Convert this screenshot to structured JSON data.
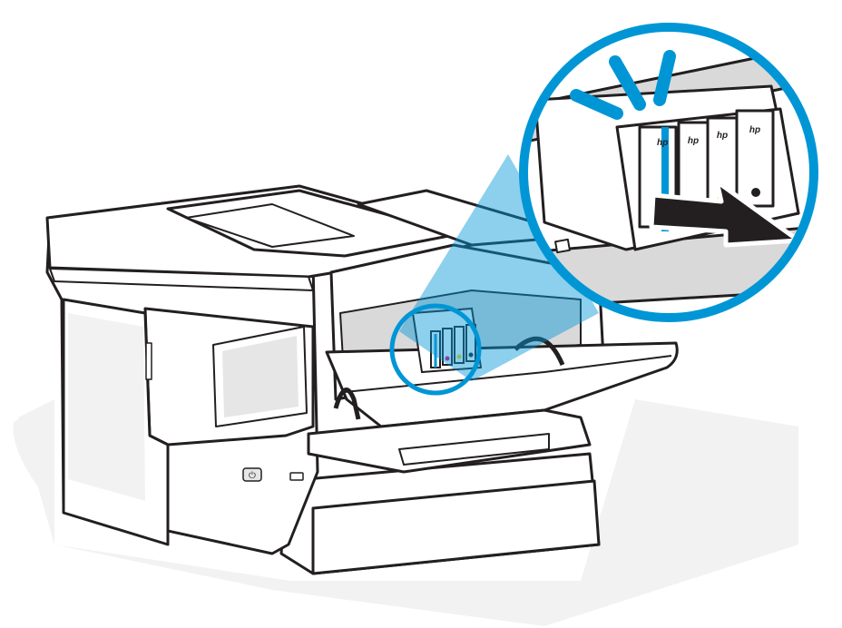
{
  "illustration": {
    "subject": "printer-ink-cartridge-install",
    "cartridge_logos": [
      "hp",
      "hp",
      "hp",
      "hp"
    ],
    "colors": {
      "accent_blue": "#0096D6",
      "outline": "#231F20",
      "body_fill": "#FFFFFF",
      "shadow": "#F2F2F2",
      "interior_gray": "#D9D9D9",
      "magenta": "#E6007E",
      "yellow": "#FFD400",
      "black": "#231F20"
    },
    "icons": [
      "power-icon",
      "push-arrow-icon",
      "motion-lines-icon"
    ]
  }
}
